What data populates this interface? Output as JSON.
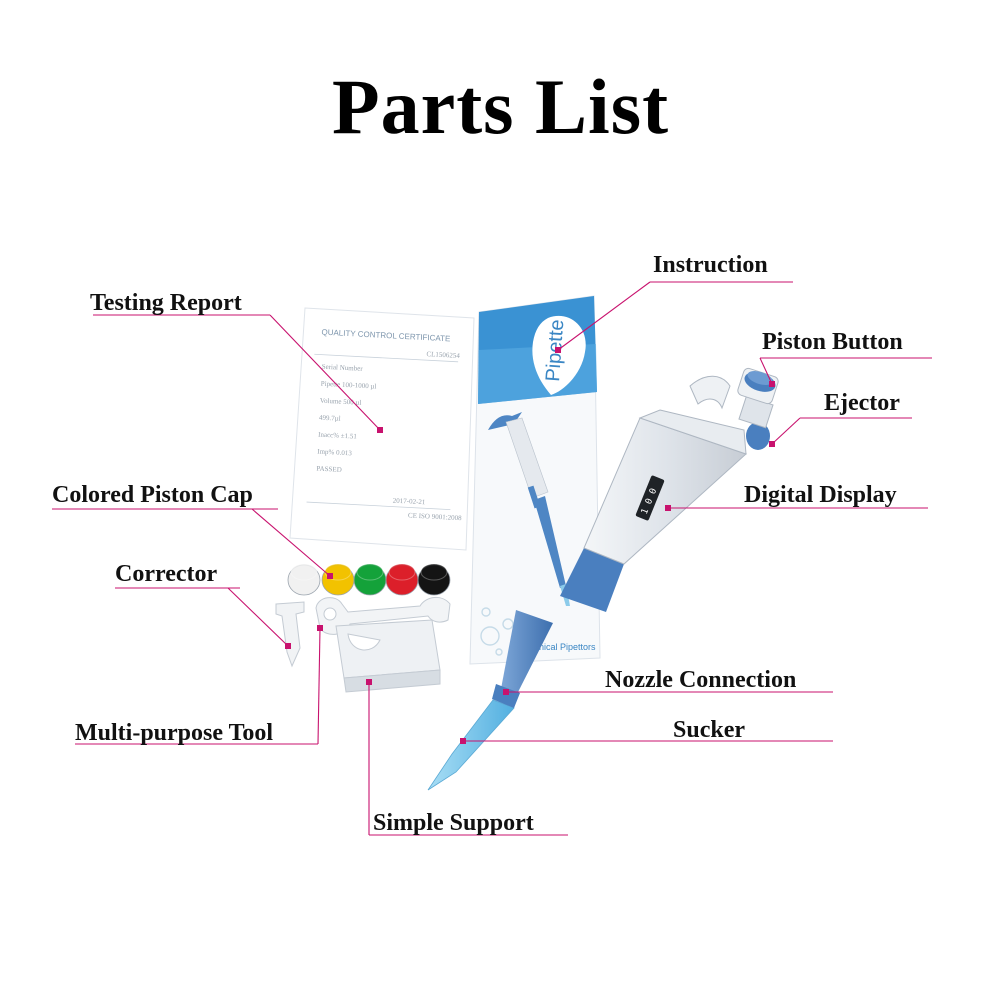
{
  "title": "Parts List",
  "colors": {
    "leader": "#c8126e",
    "pipette_blue": "#4a7fbf",
    "tip_blue": "#7cc6ea",
    "caps": [
      "#f1f1f1",
      "#f2c200",
      "#14a23a",
      "#dc1f2a",
      "#141414"
    ]
  },
  "labels": {
    "instruction": "Instruction",
    "testing_report": "Testing Report",
    "piston_button": "Piston Button",
    "ejector": "Ejector",
    "colored_piston_cap": "Colored Piston Cap",
    "digital_display": "Digital Display",
    "corrector": "Corrector",
    "nozzle_connection": "Nozzle Connection",
    "multi_purpose_tool": "Multi-purpose Tool",
    "sucker": "Sucker",
    "simple_support": "Simple Support"
  },
  "certificate": {
    "heading": "QUALITY CONTROL CERTIFICATE",
    "serial": "CL1506254",
    "lines": [
      "Serial Number",
      "Pipette  100-1000 µl",
      "Volume          500 µl",
      "                  499.7µl",
      "Inacc%           ±1.51",
      "Imp%             0.013",
      "                  PASSED"
    ],
    "date": "2017-02-21",
    "footer": "CE ISO 9001:2008"
  },
  "booklet": {
    "brand": "Pipette",
    "footer": "Mechanical Pipettors"
  },
  "display_digits": "1 0 0"
}
